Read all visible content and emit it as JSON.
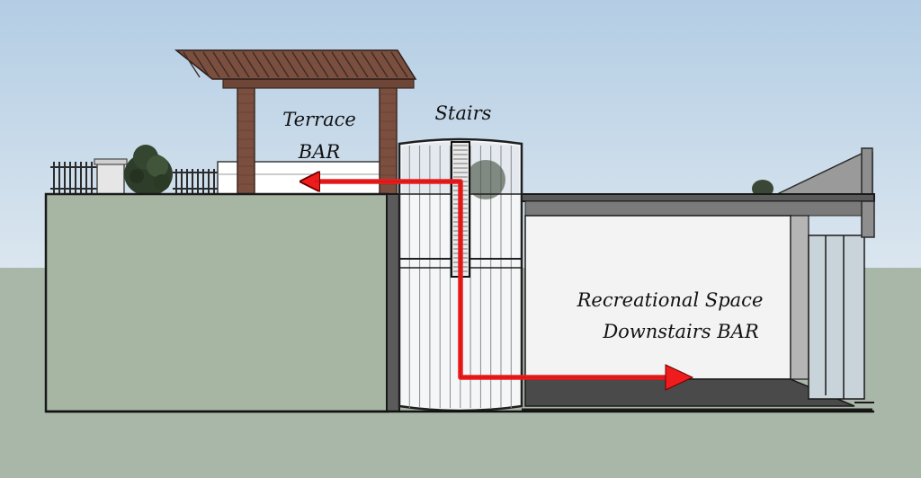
{
  "labels": {
    "terrace": "Terrace",
    "terrace_bar": "BAR",
    "stairs": "Stairs",
    "recreational_space": "Recreational Space",
    "downstairs_bar": "Downstairs BAR"
  },
  "colors": {
    "sky_top": "#b3cde4",
    "sky_bottom": "#dbe6ef",
    "ground": "#a9b7a8",
    "wall": "#a6b6a3",
    "pergola": "#7a4f3f",
    "arrow": "#ee1c1c",
    "room_floor": "#4a4a4a",
    "room_wall": "#f3f3f3"
  }
}
